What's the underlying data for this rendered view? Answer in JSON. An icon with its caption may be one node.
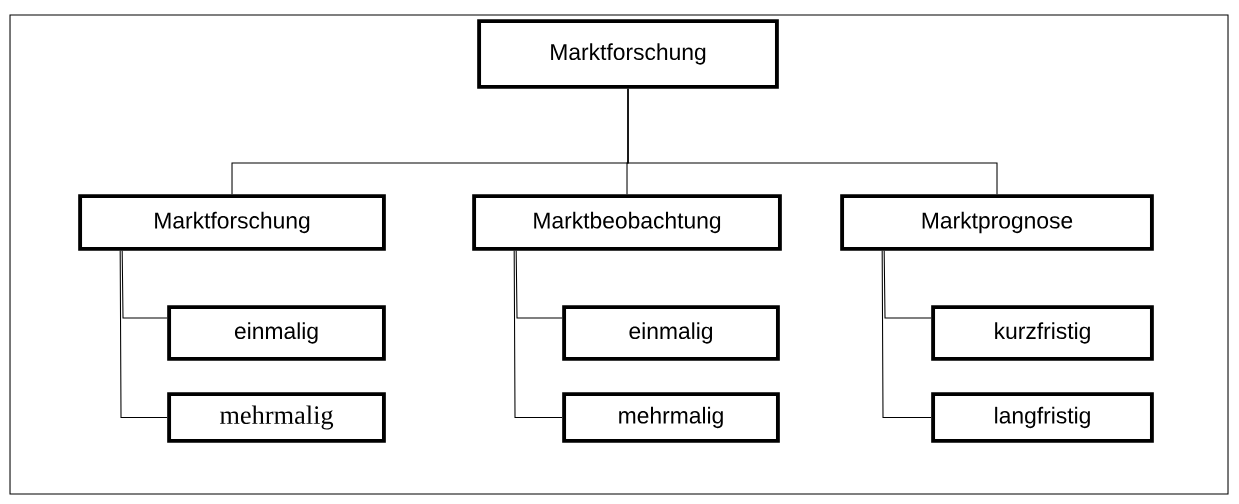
{
  "diagram": {
    "nodes": [
      {
        "text": [
          "Marktforschung"
        ]
      },
      {
        "text": [
          "Marktforschung"
        ]
      },
      {
        "text": [
          "einmalig"
        ]
      },
      {
        "text": [
          "mehrmalig"
        ]
      },
      {
        "text": [
          "Marktbeobachtung"
        ]
      },
      {
        "text": [
          "einmalig"
        ]
      },
      {
        "text": [
          "mehrmalig"
        ]
      },
      {
        "text": [
          "Marktprognose"
        ]
      },
      {
        "text": [
          "kurzfristig"
        ]
      },
      {
        "text": [
          "langfristig"
        ]
      }
    ],
    "edges": [
      {
        "from": 0,
        "to": 1,
        "arrow": "none"
      },
      {
        "from": 0,
        "to": 4,
        "arrow": "none"
      },
      {
        "from": 0,
        "to": 7,
        "arrow": "none"
      },
      {
        "from": 1,
        "to": 2,
        "arrow": "none"
      },
      {
        "from": 1,
        "to": 3,
        "arrow": "none"
      },
      {
        "from": 4,
        "to": 5,
        "arrow": "none"
      },
      {
        "from": 4,
        "to": 6,
        "arrow": "none"
      },
      {
        "from": 7,
        "to": 8,
        "arrow": "none"
      },
      {
        "from": 7,
        "to": 9,
        "arrow": "none"
      }
    ]
  }
}
